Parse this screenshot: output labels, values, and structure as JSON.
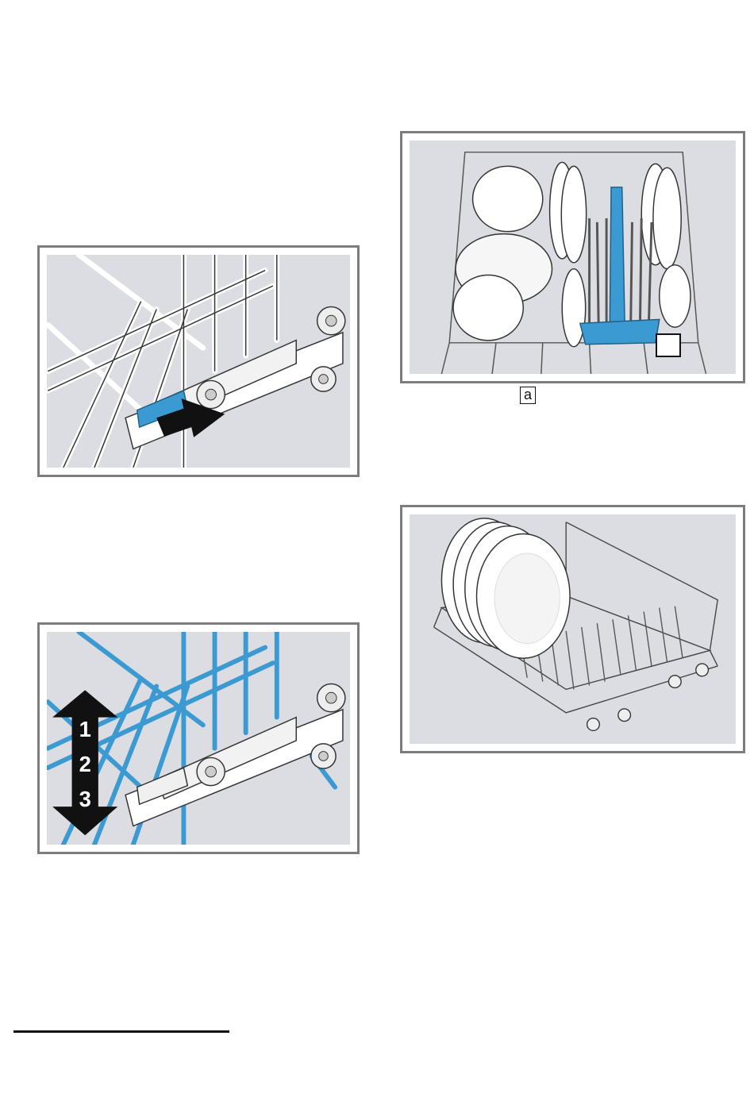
{
  "figures": {
    "rack_release": {
      "icon": "rack-release-lever-illustration",
      "colors": {
        "highlight": "#3a9ad1",
        "background": "#dbdde2"
      }
    },
    "rack_height": {
      "icon": "rack-height-adjust-illustration",
      "levels": [
        "1",
        "2",
        "3"
      ],
      "colors": {
        "highlight": "#3a9ad1"
      }
    },
    "upper_rack_loaded": {
      "icon": "loaded-rack-cutlery-basket-illustration"
    },
    "lower_rack_plates": {
      "icon": "lower-rack-plates-illustration"
    }
  },
  "callout_label": "a"
}
